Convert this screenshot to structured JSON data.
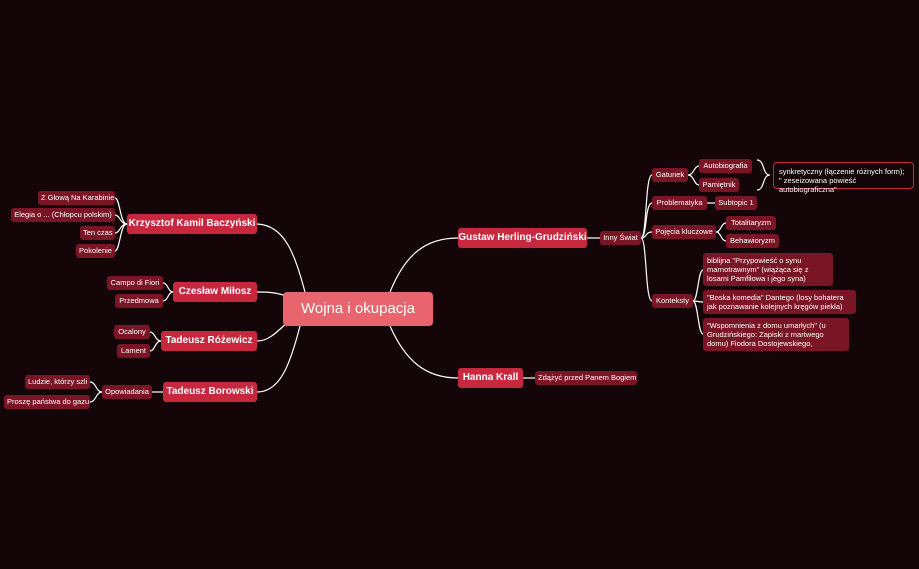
{
  "colors": {
    "background": "#130508",
    "root": "#e8656d",
    "main_topic": "#c8283e",
    "subtopic": "#7a1526",
    "line": "#ffffff"
  },
  "root": "Wojna i okupacja",
  "topics": {
    "baczynski": "Krzysztof Kamil Baczyński",
    "milosz": "Czesław Miłosz",
    "rozewicz": "Tadeusz Różewicz",
    "borowski": "Tadeusz Borowski",
    "herling": "Gustaw Herling-Grudziński",
    "krall": "Hanna Krall"
  },
  "baczynski": [
    "Z Głową Na Karabinie",
    "Elegia o ... (Chłopcu polskim)",
    "Ten czas",
    "Pokolenie"
  ],
  "milosz": [
    "Campo di Fiori",
    "Przedmowa"
  ],
  "rozewicz": [
    "Ocalony",
    "Lament"
  ],
  "borowski": {
    "label": "Opowiadania",
    "children": [
      "Ludzie, którzy szli",
      "Proszę państwa do gazu"
    ]
  },
  "krall": [
    "Zdążyć przed Panem Bogiem"
  ],
  "herling": {
    "work": "Inny Świat",
    "gatunek": {
      "label": "Gatunek",
      "children": [
        "Autobiografia",
        "Pamiętnik"
      ],
      "summary": "synkretyczny (łączenie różnych form); \" zeseizowana powieść autobiograficzna\""
    },
    "problematyka": {
      "label": "Problematyka",
      "children": [
        "Subtopic 1"
      ]
    },
    "pojecia": {
      "label": "Pojęcia kluczowe",
      "children": [
        "Totalitaryzm",
        "Behawioryzm"
      ]
    },
    "konteksty": {
      "label": "Konteksty",
      "children": [
        "biblijna \"Przypowieść o synu marnotrawnym\" (wiążąca się z losami Pamfiłowa i jego syna)",
        "\"Boska komedia\" Dantego (losy bohatera jak poznawanie kolejnych kręgów piekła)",
        "\"Wspomnienia z domu umarłych\" (u Grudzińskiego: Zapiski z martwego domu) Fiodora Dostojewskiego,"
      ]
    }
  }
}
